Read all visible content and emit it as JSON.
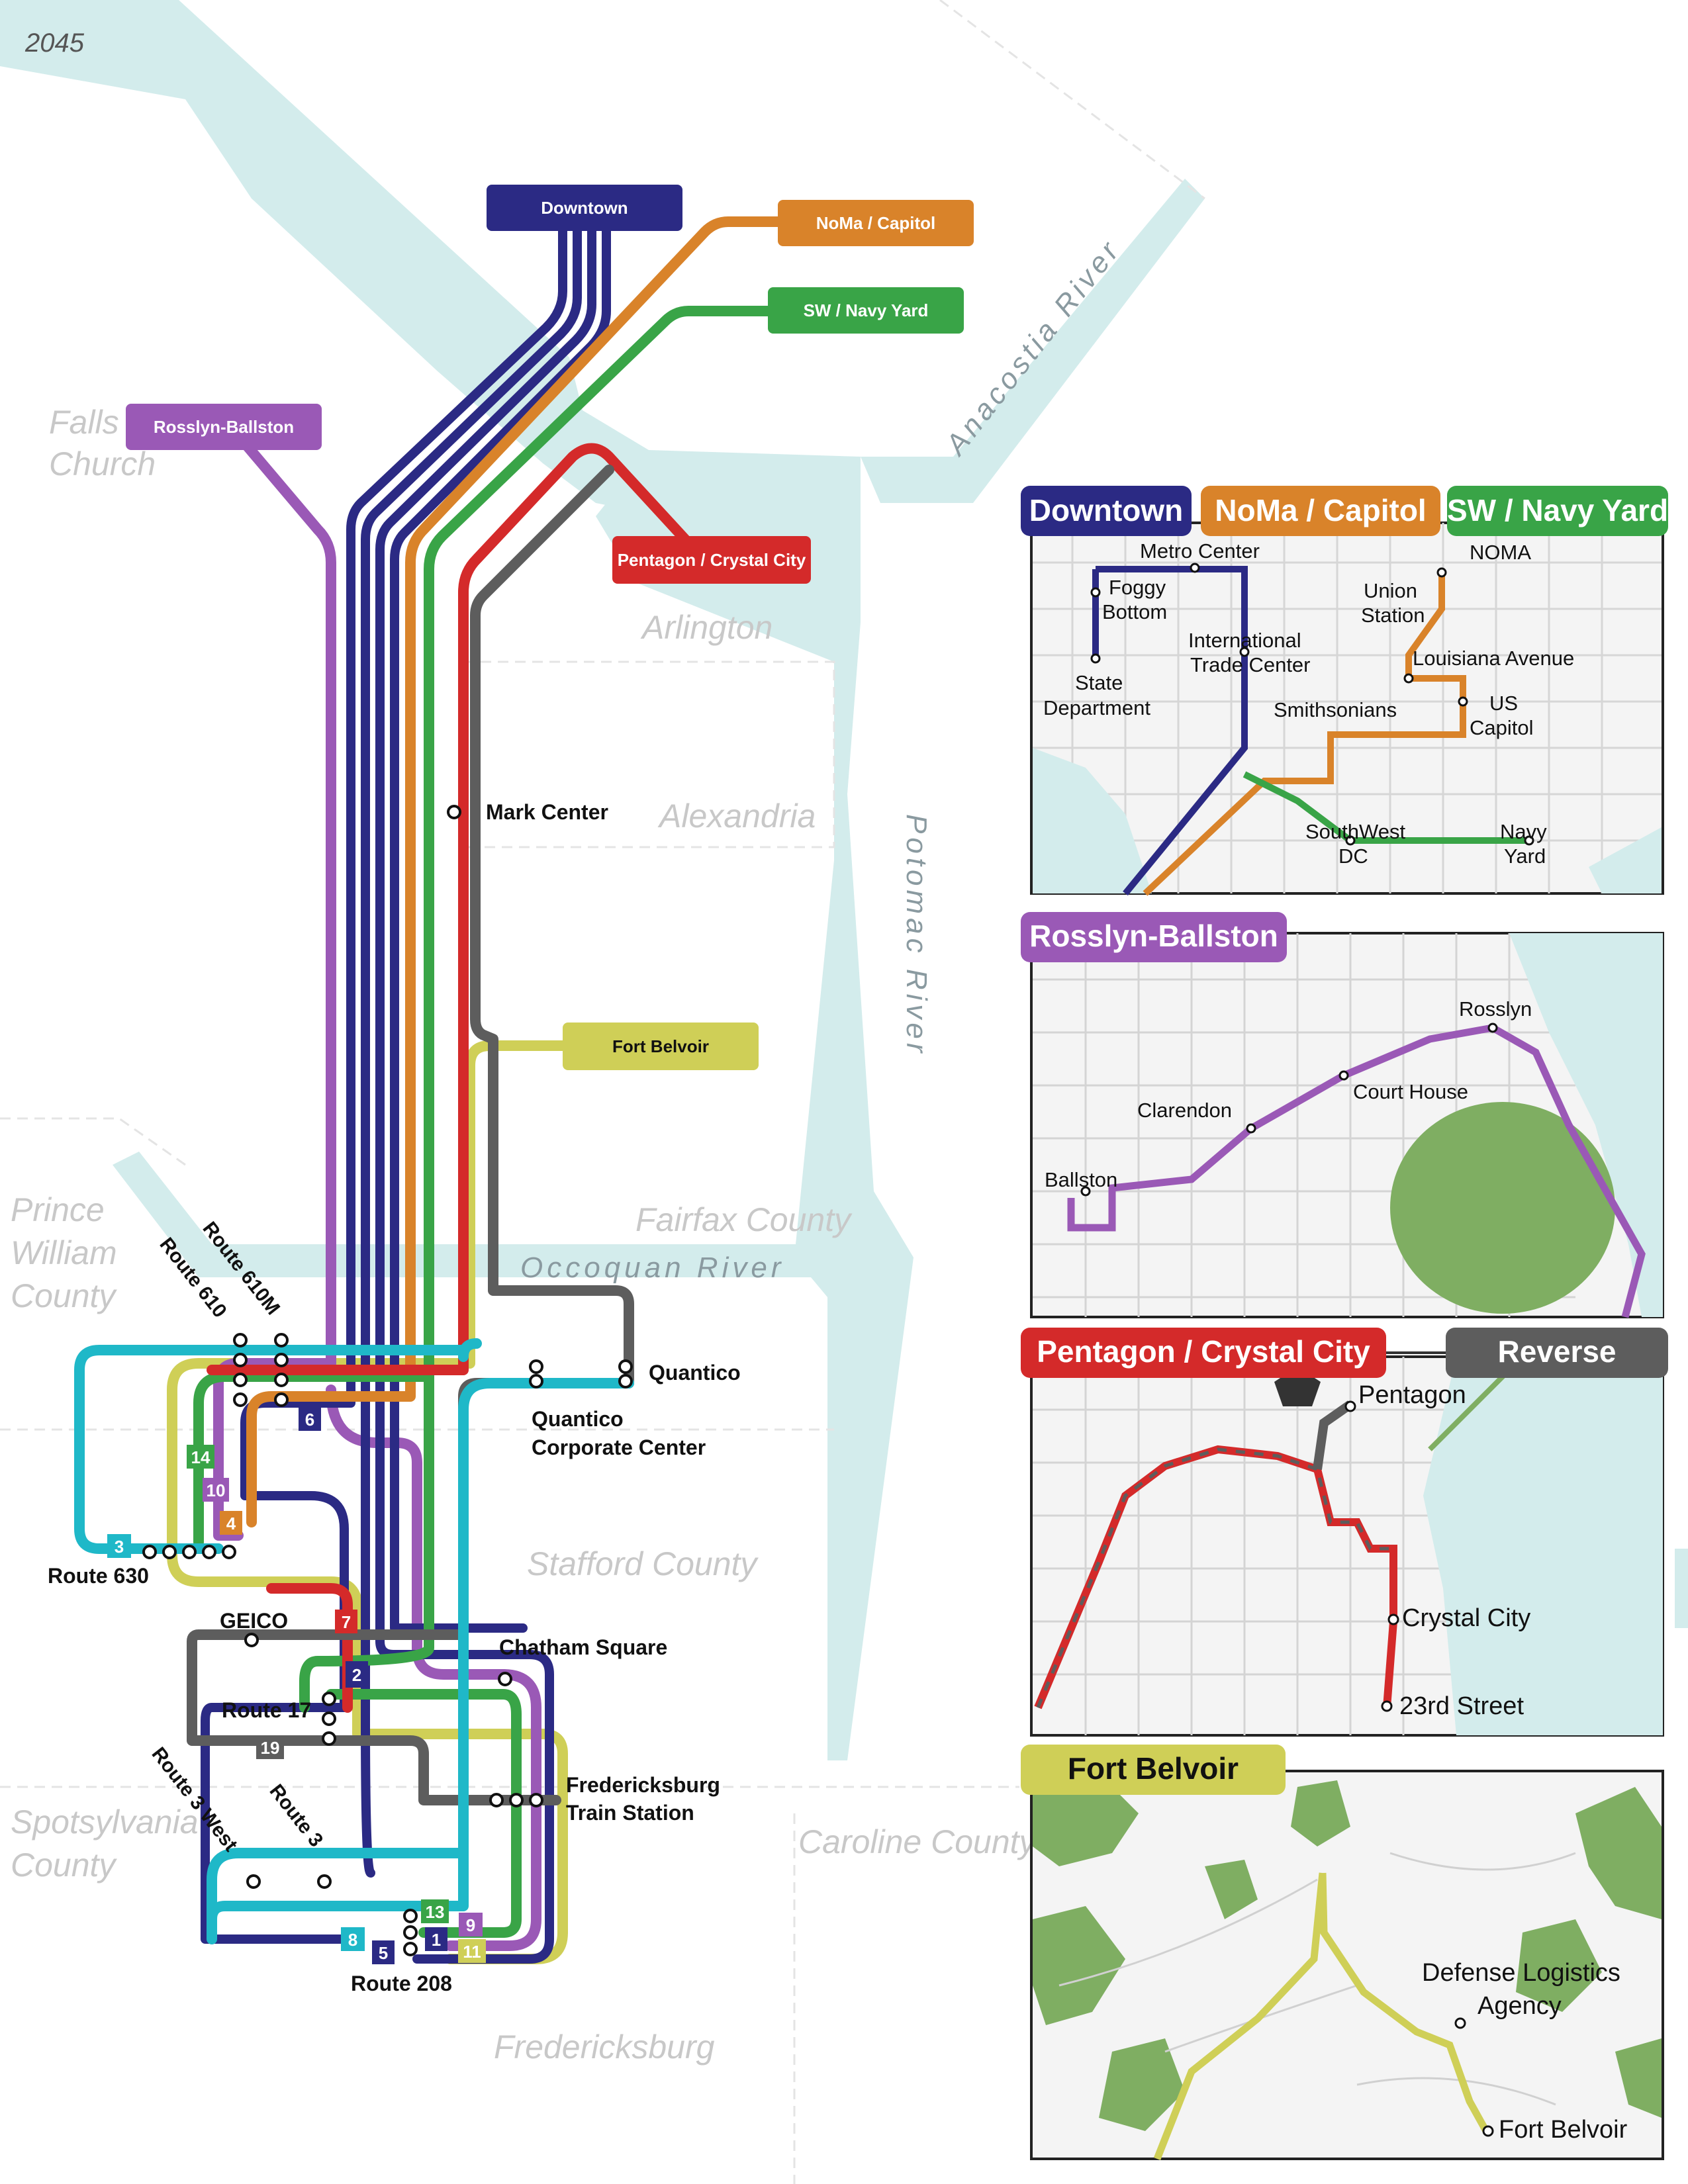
{
  "year": "2045",
  "colors": {
    "downtown": "#2b2a84",
    "noma": "#d9832a",
    "swnavy": "#39a447",
    "rosslyn": "#9a59b6",
    "pentagon": "#d42a2a",
    "reverse": "#5d5d5d",
    "belvoir": "#cfcf57",
    "cyan": "#1fb8c8",
    "water": "#d3ecec",
    "park": "#7fae62"
  },
  "regions": {
    "falls_church": "Falls Church",
    "arlington": "Arlington",
    "alexandria": "Alexandria",
    "prince_william": "Prince William County",
    "fairfax": "Fairfax County",
    "stafford": "Stafford County",
    "spotsylvania": "Spotsylvania County",
    "caroline": "Caroline County",
    "fredericksburg": "Fredericksburg"
  },
  "rivers": {
    "anacostia": "Anacostia River",
    "potomac": "Potomac River",
    "occoquan": "Occoquan River"
  },
  "destinations": {
    "downtown": "Downtown",
    "noma": "NoMa / Capitol",
    "swnavy": "SW / Navy Yard",
    "rosslyn": "Rosslyn-Ballston",
    "pentagon": "Pentagon / Crystal City",
    "belvoir": "Fort Belvoir"
  },
  "stops": {
    "mark_center": "Mark Center",
    "quantico": "Quantico",
    "quantico_cc": "Quantico Corporate Center",
    "geico": "GEICO",
    "chatham": "Chatham Square",
    "route17": "Route 17",
    "fred_train": "Fredericksburg Train Station",
    "route630": "Route 630",
    "route208": "Route 208",
    "route610": "Route 610",
    "route610m": "Route 610M",
    "route3": "Route 3",
    "route3w": "Route 3 West"
  },
  "route_numbers": {
    "r2": "2",
    "r3": "3",
    "r4": "4",
    "r5": "5",
    "r6": "6",
    "r7": "7",
    "r8": "8",
    "r9": "9",
    "r10": "10",
    "r11": "11",
    "r1": "1",
    "r13": "13",
    "r14": "14",
    "r19": "19"
  },
  "insets": {
    "dc": {
      "titles": [
        "Downtown",
        "NoMa / Capitol",
        "SW / Navy Yard"
      ],
      "stations": {
        "metro_center": "Metro Center",
        "noma": "NOMA",
        "foggy_bottom": "Foggy Bottom",
        "union_station": "Union Station",
        "itc": "International Trade Center",
        "louisiana": "Louisiana Avenue",
        "state": "State Department",
        "smithsonians": "Smithsonians",
        "capitol": "US Capitol",
        "southwest": "SouthWest DC",
        "navy_yard": "Navy Yard"
      }
    },
    "rosslyn": {
      "title": "Rosslyn-Ballston",
      "stations": {
        "rosslyn": "Rosslyn",
        "court_house": "Court House",
        "clarendon": "Clarendon",
        "ballston": "Ballston"
      }
    },
    "pentagon": {
      "title": "Pentagon / Crystal City",
      "reverse": "Reverse",
      "stations": {
        "pentagon": "Pentagon",
        "crystal_city": "Crystal City",
        "street23": "23rd Street"
      }
    },
    "belvoir": {
      "title": "Fort Belvoir",
      "stations": {
        "dla": "Defense Logistics Agency",
        "fort_belvoir": "Fort Belvoir"
      }
    }
  }
}
